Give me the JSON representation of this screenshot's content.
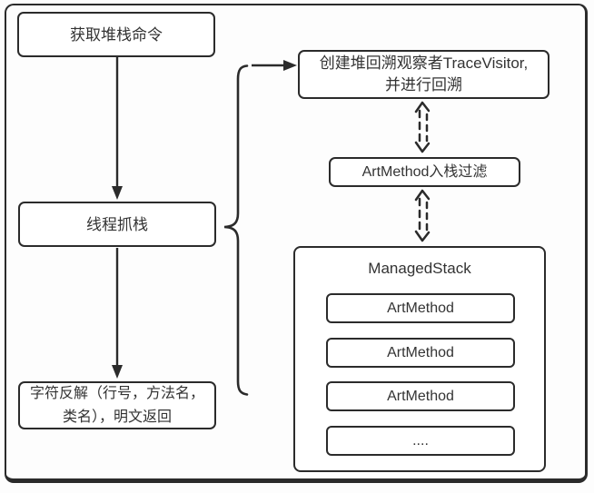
{
  "diagram": {
    "nodes": {
      "get_command": {
        "label": "获取堆栈命令"
      },
      "thread_grab": {
        "label": "线程抓栈"
      },
      "decode": {
        "label": "字符反解（行号，方法名，类名），明文返回"
      },
      "trace_visitor": {
        "line1": "创建堆回溯观察者TraceVisitor,",
        "line2": "并进行回溯"
      },
      "art_filter": {
        "label": "ArtMethod入栈过滤"
      },
      "managed_stack": {
        "title": "ManagedStack",
        "items": [
          "ArtMethod",
          "ArtMethod",
          "ArtMethod",
          "...."
        ]
      }
    },
    "connectors": {
      "arrow_1": "get_command -> thread_grab",
      "arrow_2": "thread_grab -> decode",
      "brace_arrow": "thread_grab -> trace_visitor",
      "dashed_arrow_1": "trace_visitor <-> art_filter",
      "dashed_arrow_2": "art_filter <-> managed_stack"
    },
    "colors": {
      "border": "#2b2b2b",
      "text": "#333333",
      "background": "#ffffff"
    }
  }
}
